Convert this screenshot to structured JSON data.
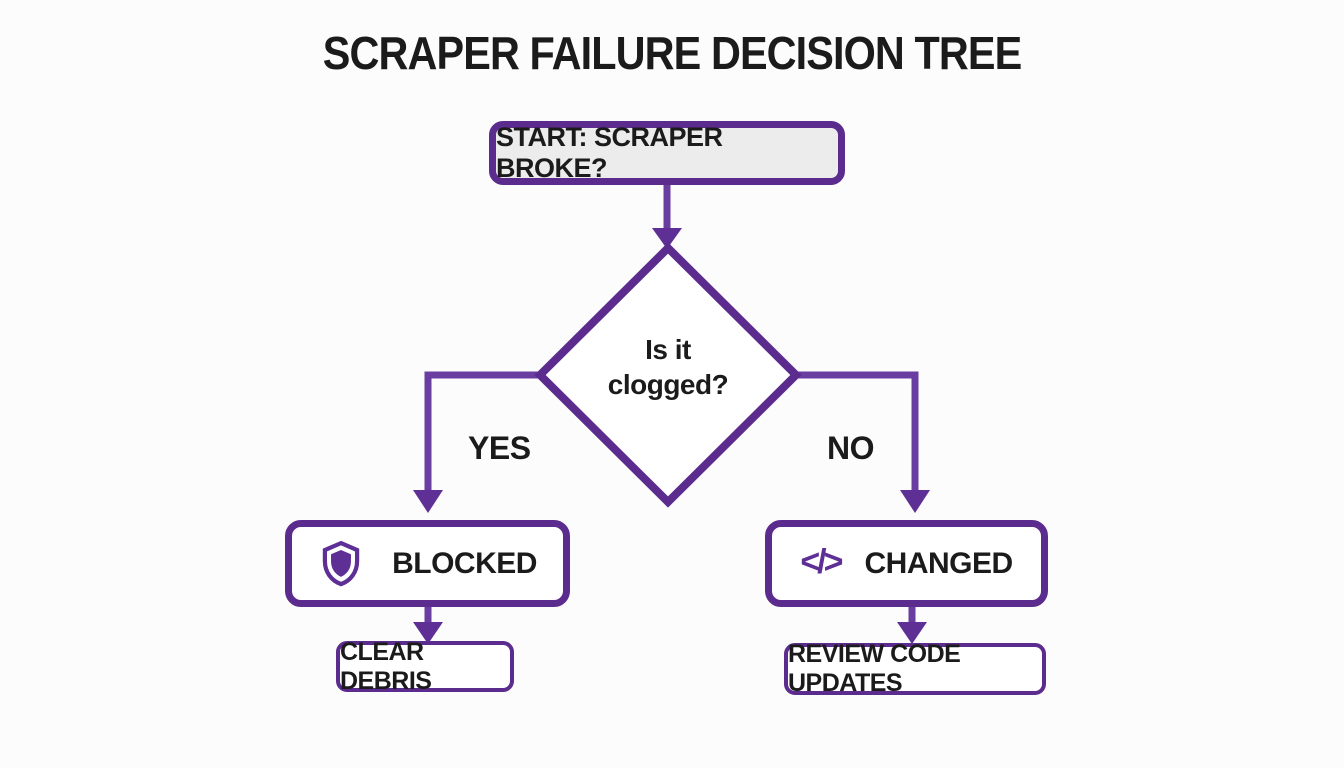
{
  "title": "SCRAPER FAILURE DECISION TREE",
  "colors": {
    "node_border_purple": "#5b2b8e",
    "arrow_purple": "#6a3da1",
    "arrowhead_purple": "#5e2f94",
    "start_fill": "#ececec",
    "background": "#fcfcfc",
    "text": "#1b1b1b"
  },
  "nodes": {
    "start": {
      "label": "START: SCRAPER BROKE?"
    },
    "decision": {
      "label": "Is it\nclogged?"
    },
    "blocked": {
      "label": "BLOCKED",
      "icon": "shield-icon"
    },
    "changed": {
      "label": "CHANGED",
      "icon": "code-icon",
      "icon_glyph": "</>"
    },
    "clear_debris": {
      "label": "CLEAR DEBRIS"
    },
    "review_code": {
      "label": "REVIEW CODE UPDATES"
    }
  },
  "edges": {
    "yes_label": "YES",
    "no_label": "NO"
  }
}
